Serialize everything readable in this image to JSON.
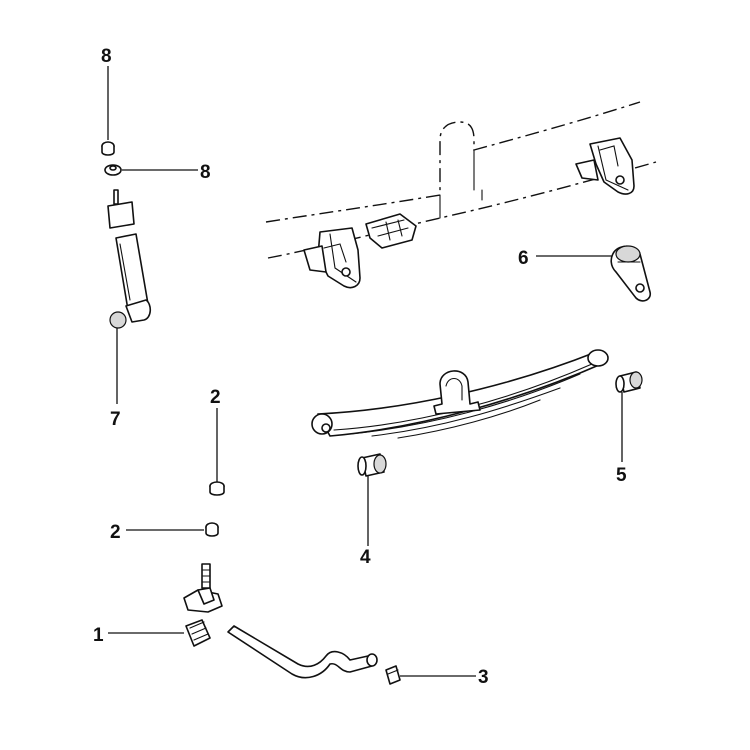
{
  "callouts": [
    {
      "id": "1",
      "label": "1"
    },
    {
      "id": "2a",
      "label": "2"
    },
    {
      "id": "2b",
      "label": "2"
    },
    {
      "id": "3",
      "label": "3"
    },
    {
      "id": "4",
      "label": "4"
    },
    {
      "id": "5",
      "label": "5"
    },
    {
      "id": "6",
      "label": "6"
    },
    {
      "id": "7",
      "label": "7"
    },
    {
      "id": "8a",
      "label": "8"
    },
    {
      "id": "8b",
      "label": "8"
    }
  ],
  "colors": {
    "line": "#111111",
    "background": "#ffffff",
    "shade": "#d8d8d8"
  }
}
